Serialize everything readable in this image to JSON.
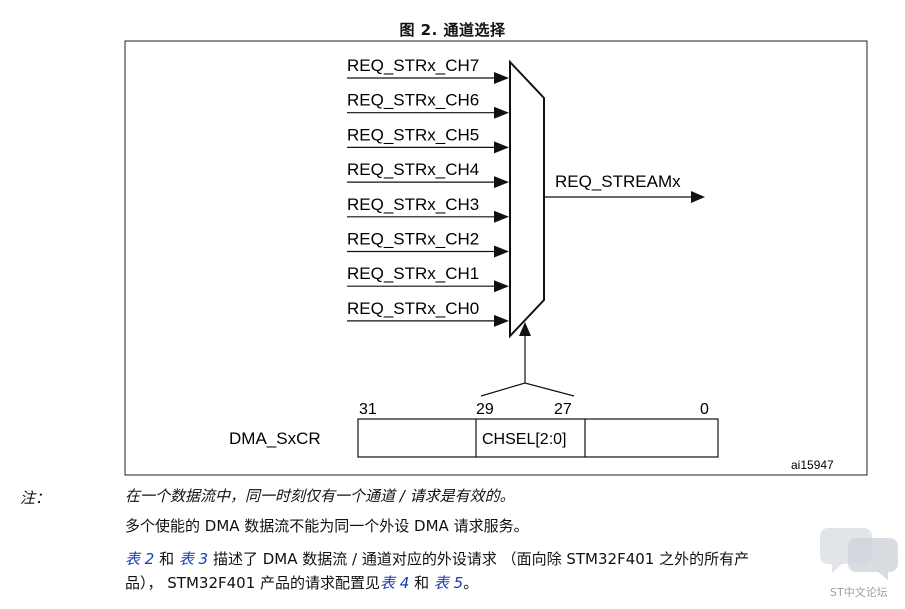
{
  "figure": {
    "title": "图 2. 通道选择",
    "inputs": [
      "REQ_STRx_CH7",
      "REQ_STRx_CH6",
      "REQ_STRx_CH5",
      "REQ_STRx_CH4",
      "REQ_STRx_CH3",
      "REQ_STRx_CH2",
      "REQ_STRx_CH1",
      "REQ_STRx_CH0"
    ],
    "output": "REQ_STREAMx",
    "register": {
      "name": "DMA_SxCR",
      "bit_labels": [
        "31",
        "29",
        "27",
        "0"
      ],
      "field": "CHSEL[2:0]"
    },
    "figure_id": "ai15947"
  },
  "notes": {
    "label": "注：",
    "line1": "在一个数据流中，同一时刻仅有一个通道 / 请求是有效的。",
    "line2": "多个使能的 DMA 数据流不能为同一个外设 DMA 请求服务。",
    "line3": {
      "ref1": "表 2",
      "and1": " 和 ",
      "ref2": "表 3",
      "text": " 描述了 DMA 数据流 / 通道对应的外设请求 （面向除 STM32F401 之外的所有产"
    },
    "line4": {
      "text": "品）， STM32F401 产品的请求配置见",
      "ref3": "表 4",
      "and2": " 和 ",
      "ref4": "表 5",
      "end": "。"
    }
  },
  "watermark": {
    "text": "ST中文论坛",
    "icon": "chat-bubble-icon"
  }
}
